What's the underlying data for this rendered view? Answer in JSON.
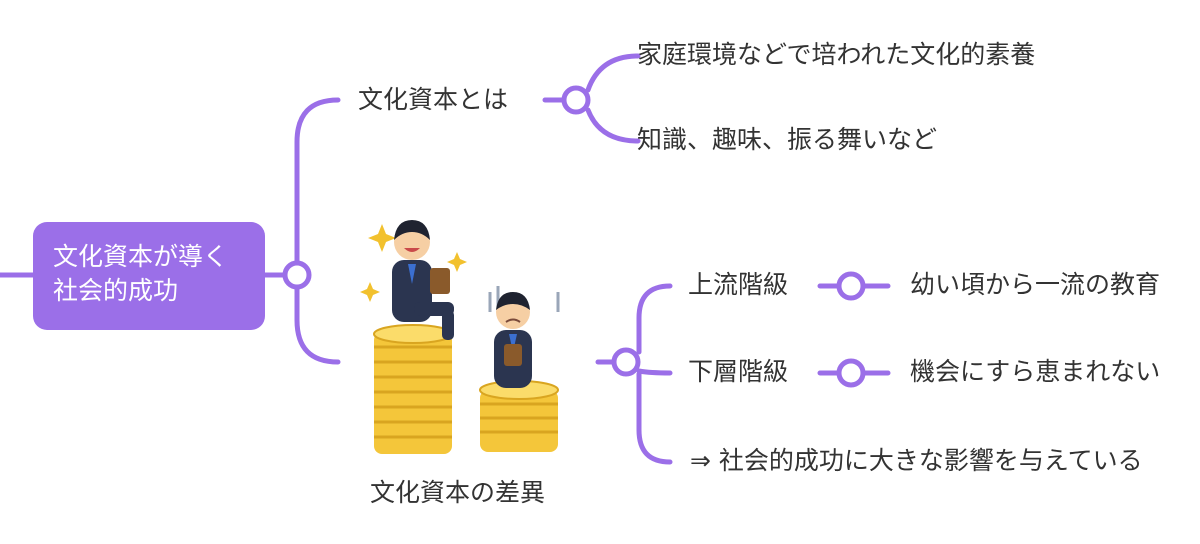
{
  "root": {
    "line1": "文化資本が導く",
    "line2": "社会的成功"
  },
  "branch_definition": {
    "label": "文化資本とは",
    "children": [
      "家庭環境などで培われた文化的素養",
      "知識、趣味、振る舞いなど"
    ]
  },
  "branch_gap": {
    "label": "文化資本の差異",
    "rows": [
      {
        "label": "上流階級",
        "detail": "幼い頃から一流の教育"
      },
      {
        "label": "下層階級",
        "detail": "機会にすら恵まれない"
      }
    ],
    "conclusion": "⇒ 社会的成功に大きな影響を与えている"
  },
  "colors": {
    "accent": "#9b6fe8",
    "root_bg": "#9b6fe8",
    "text": "#333333"
  }
}
